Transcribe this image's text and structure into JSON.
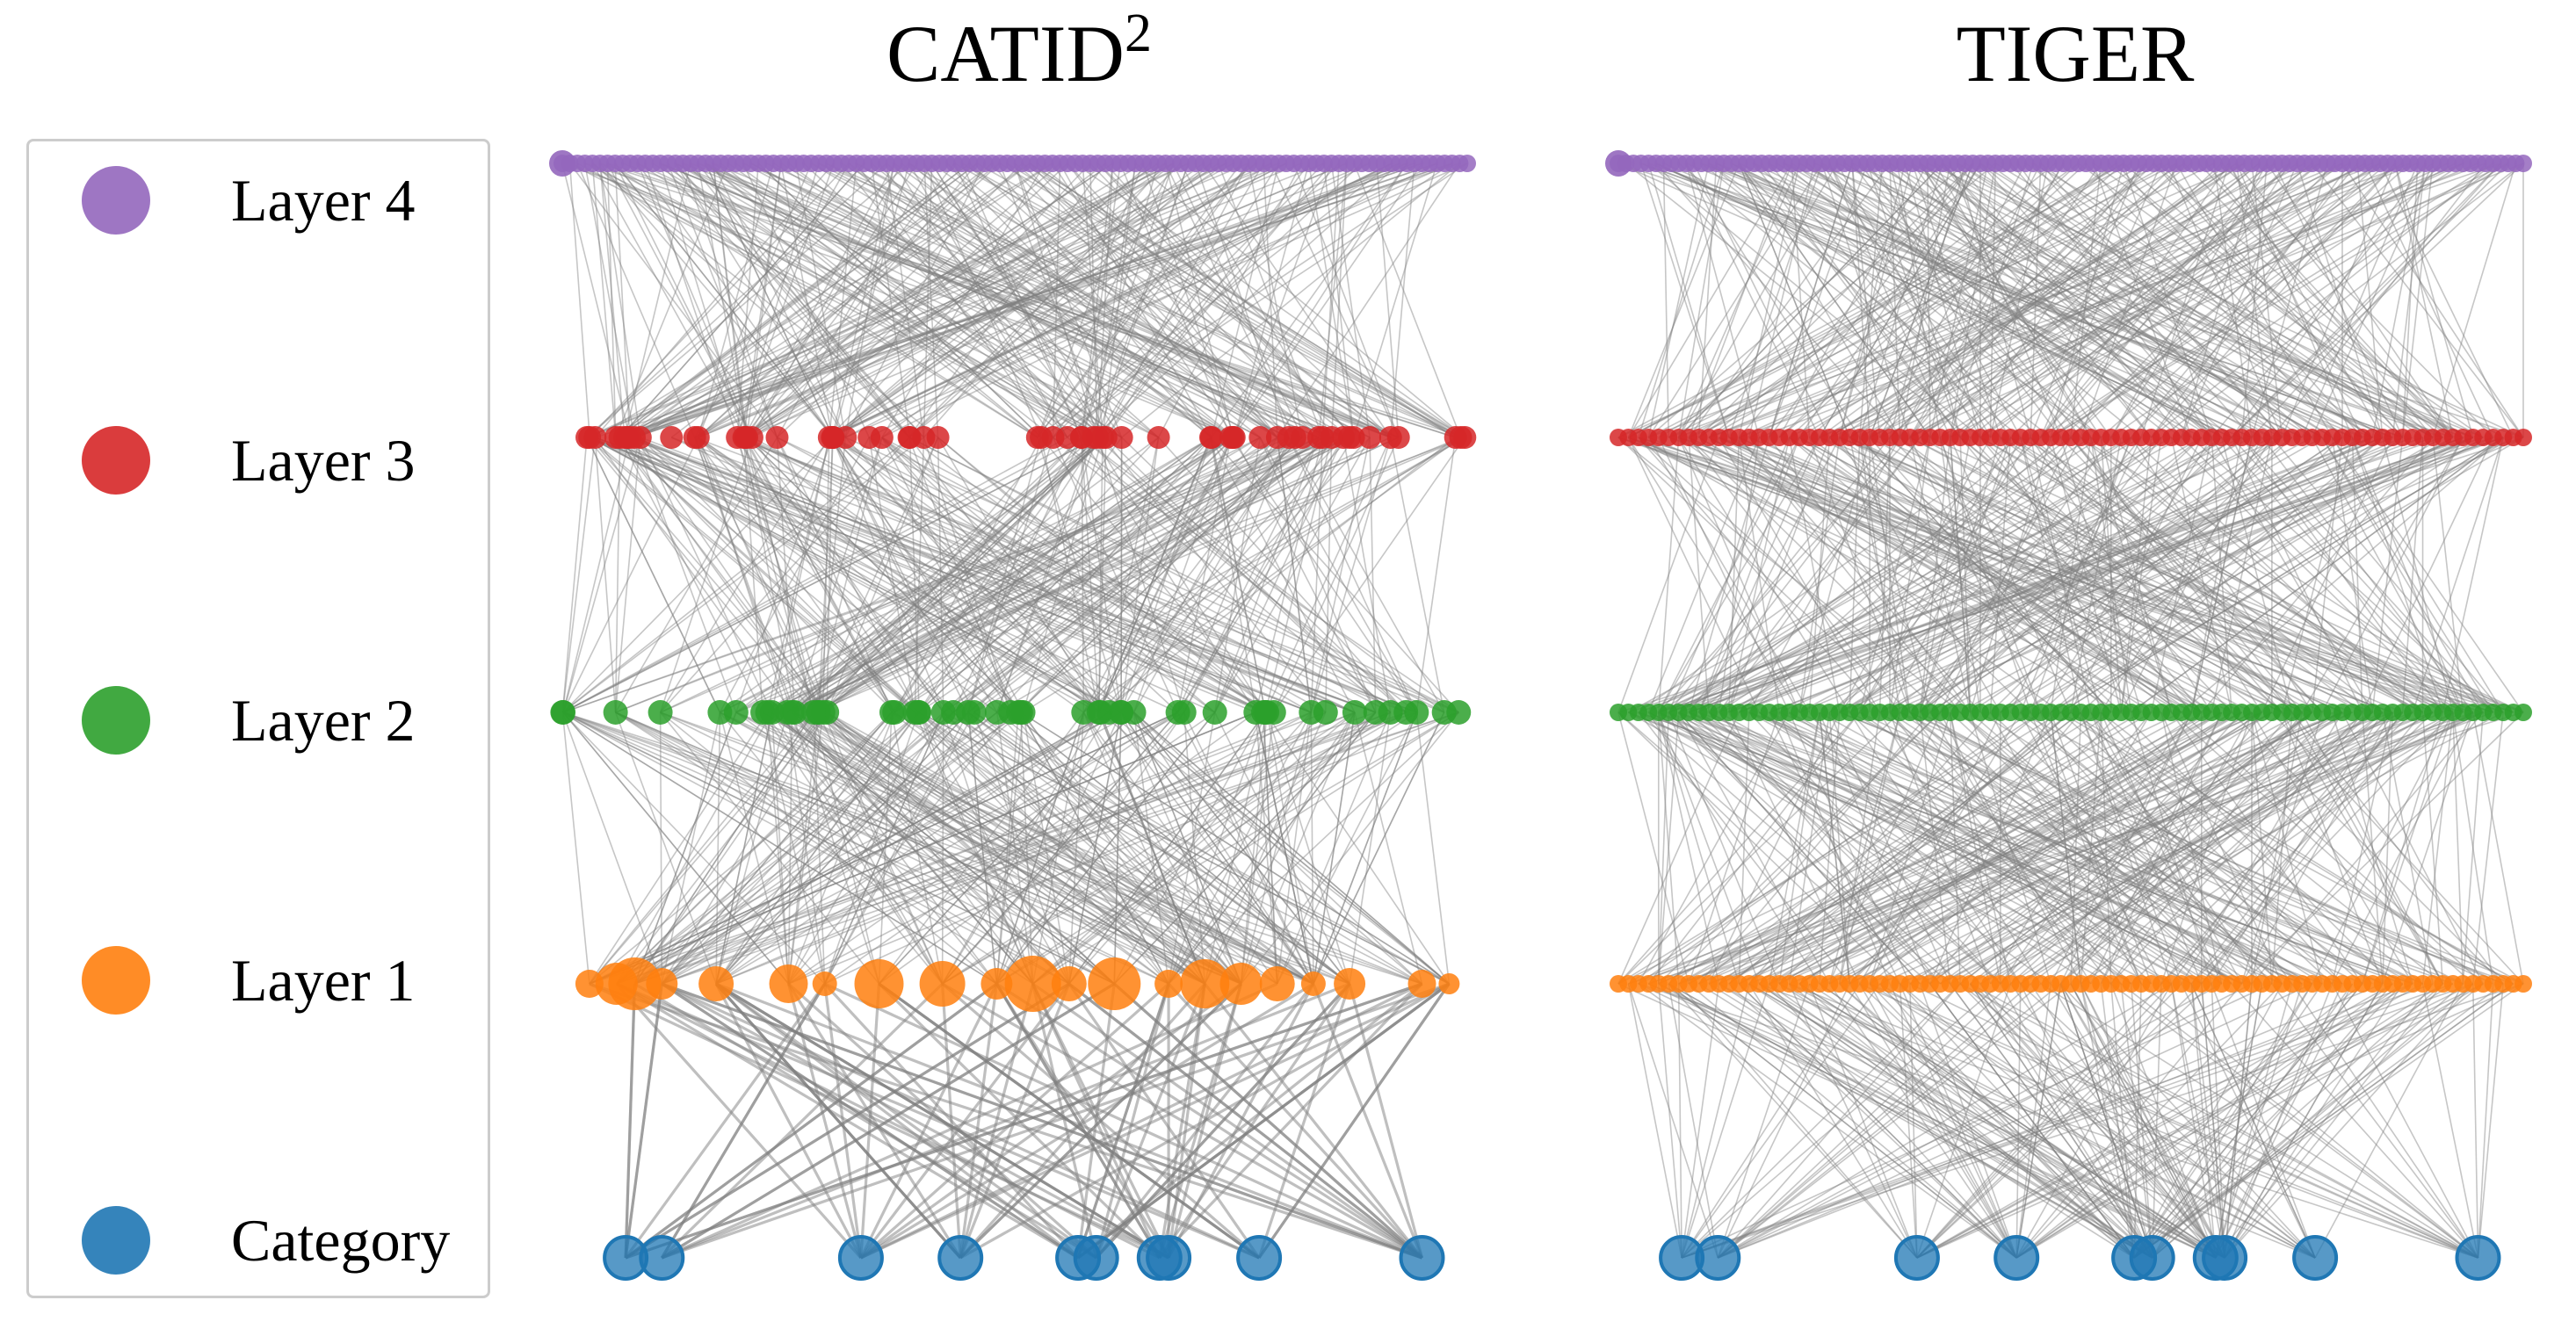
{
  "titles": {
    "left": "CATID",
    "left_superscript": "2",
    "right": "TIGER"
  },
  "legend": [
    {
      "label": "Layer 4",
      "color": "#9467bd"
    },
    {
      "label": "Layer 3",
      "color": "#d62728"
    },
    {
      "label": "Layer 2",
      "color": "#2ca02c"
    },
    {
      "label": "Layer 1",
      "color": "#ff7f0e"
    },
    {
      "label": "Category",
      "color": "#1f77b4"
    }
  ],
  "edge_color": "#808080",
  "panels": [
    {
      "name": "catid2",
      "category_positions": [
        0.07,
        0.11,
        0.33,
        0.44,
        0.57,
        0.59,
        0.66,
        0.67,
        0.77,
        0.95
      ],
      "layer1_clusters": [
        0.03,
        0.06,
        0.08,
        0.11,
        0.17,
        0.25,
        0.29,
        0.35,
        0.42,
        0.48,
        0.52,
        0.56,
        0.61,
        0.67,
        0.71,
        0.75,
        0.79,
        0.83,
        0.87,
        0.95,
        0.98
      ],
      "layer2_density": "clustered",
      "layer3_density": "clustered"
    },
    {
      "name": "tiger",
      "category_positions": [
        0.07,
        0.11,
        0.33,
        0.44,
        0.57,
        0.59,
        0.66,
        0.67,
        0.77,
        0.95
      ],
      "layer1_density": "uniform",
      "layer2_density": "uniform",
      "layer3_density": "uniform"
    }
  ]
}
